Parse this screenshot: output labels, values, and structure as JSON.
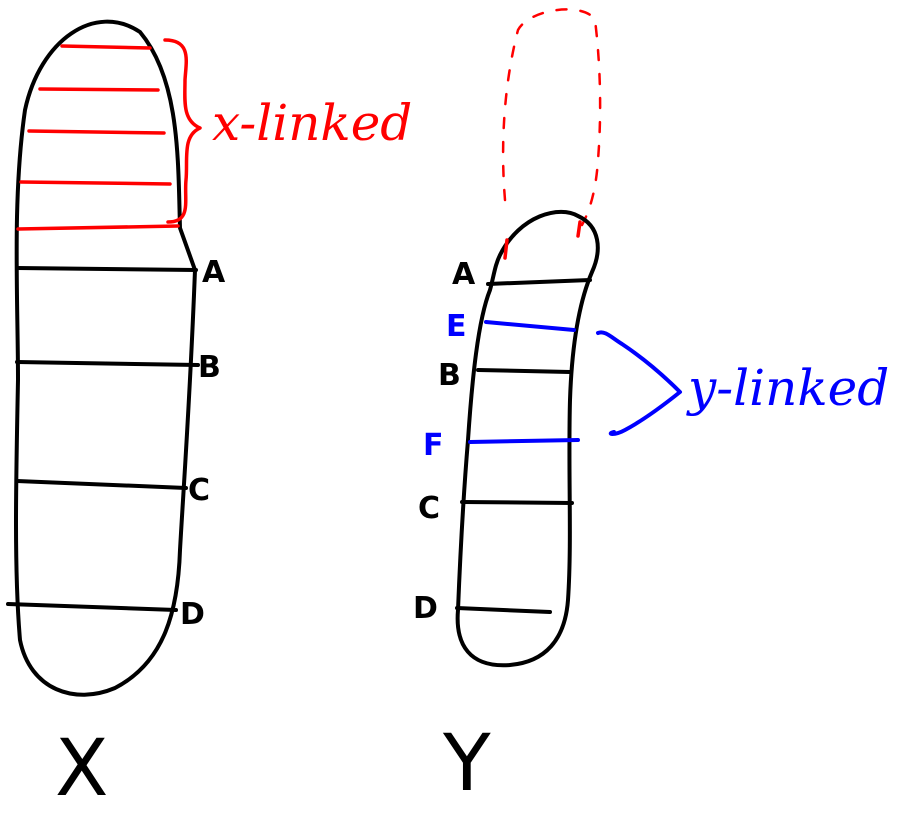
{
  "colors": {
    "ink": "#000000",
    "x_linked": "#ff0000",
    "y_linked": "#0000ff",
    "background": "#ffffff"
  },
  "x_chromosome": {
    "name": "X",
    "loci": [
      "A",
      "B",
      "C",
      "D"
    ],
    "bracket_label": "x-linked"
  },
  "y_chromosome": {
    "name": "Y",
    "loci": [
      "A",
      "E",
      "B",
      "F",
      "C",
      "D"
    ],
    "y_linked_loci": [
      "E",
      "F"
    ],
    "bracket_label": "y-linked"
  }
}
